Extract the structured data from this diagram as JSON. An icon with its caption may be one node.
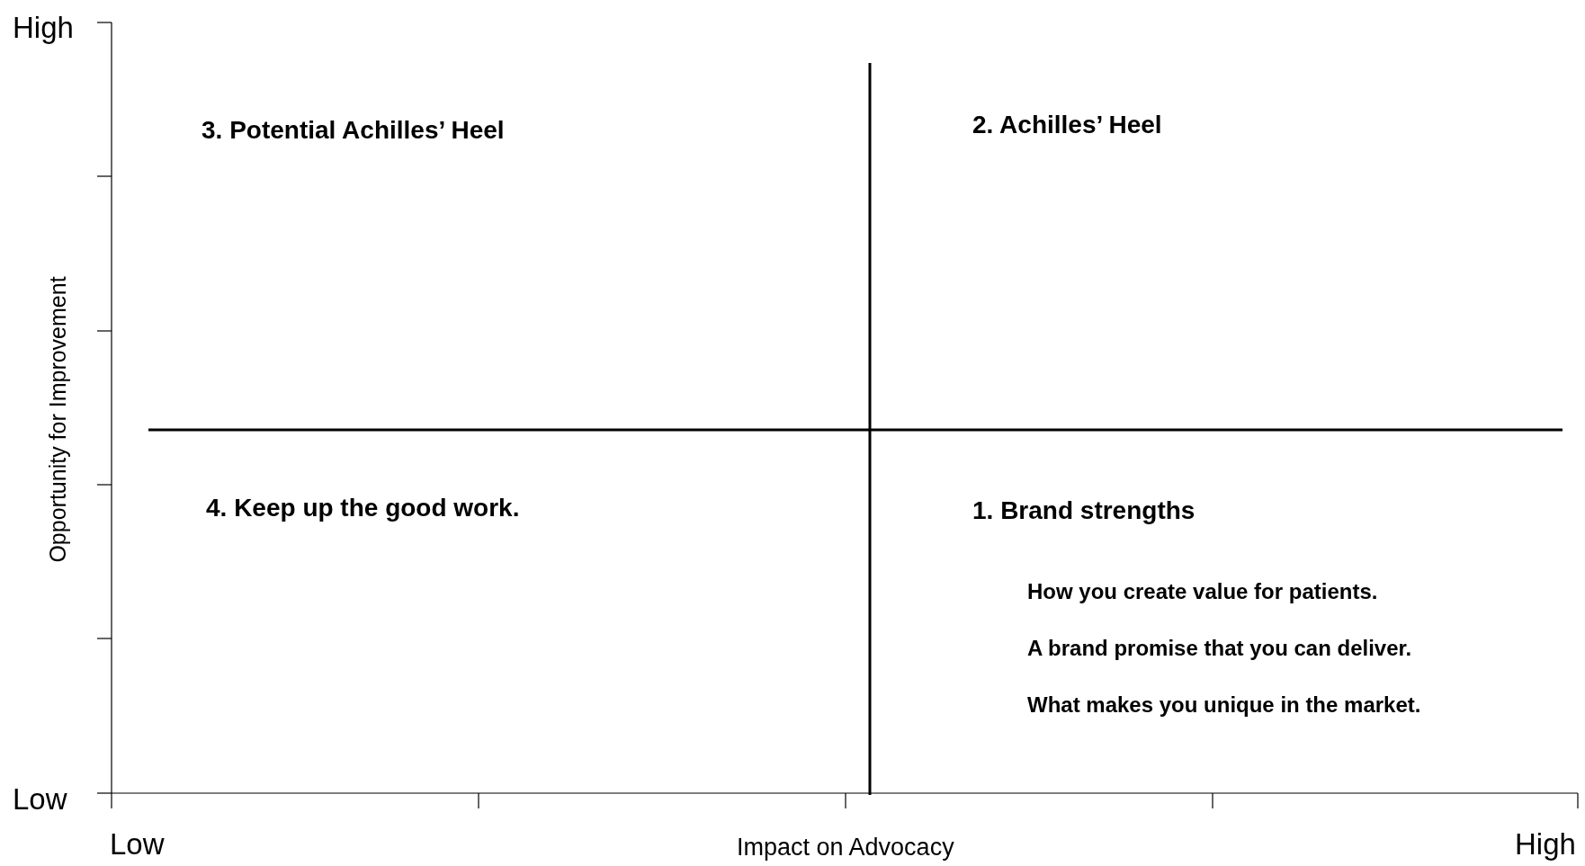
{
  "diagram": {
    "labels": [
      "High",
      "3.  Potential Achilles’ Heel",
      "2.  Achilles’ Heel",
      "Opportunity for Improvement",
      "4.  Keep up the good work.",
      "1.  Brand strengths",
      "How you create value for patients.",
      "A brand promise that you can deliver.",
      "What makes you unique in the market.",
      "Low",
      "Low",
      "Impact on Advocacy",
      "High"
    ]
  }
}
